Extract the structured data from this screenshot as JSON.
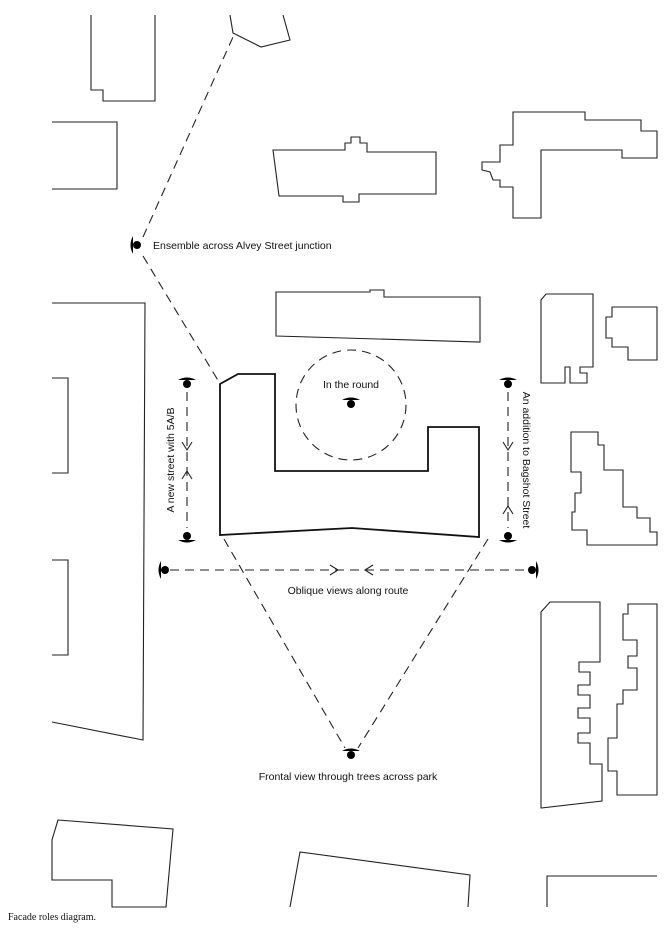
{
  "labels": {
    "ensemble": "Ensemble across Alvey Street junction",
    "in_the_round": "In the round",
    "new_street": "A new street with 5A/B",
    "addition": "An addition to Bagshot Street",
    "oblique": "Oblique views along route",
    "frontal": "Frontal view through trees across park"
  },
  "caption": "Facade roles diagram."
}
